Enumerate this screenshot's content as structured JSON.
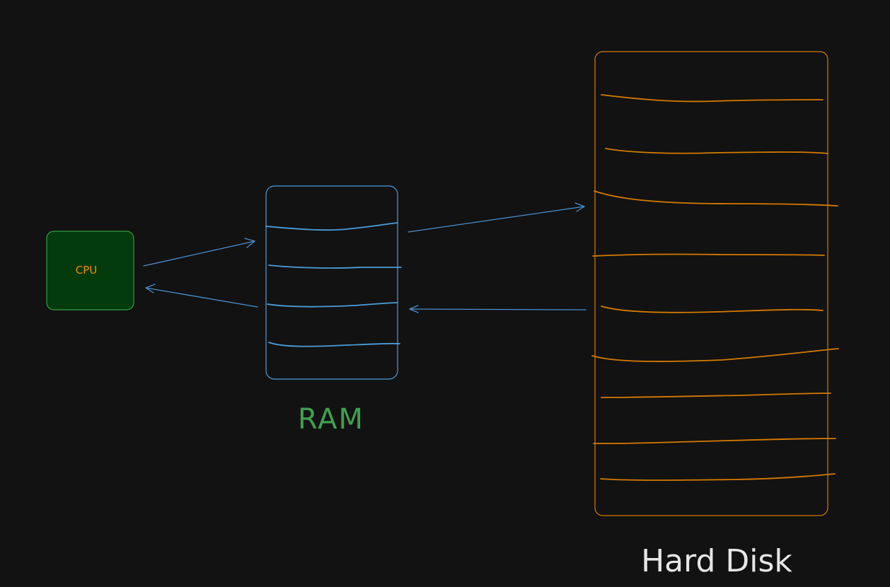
{
  "diagram": {
    "background": "#121212",
    "cpu": {
      "label": "CPU",
      "fill": "#043b0c",
      "stroke": "#2f9e44",
      "text_color": "#f08c00"
    },
    "ram": {
      "label": "RAM",
      "stroke": "#4a9eda",
      "label_color": "#40a04f",
      "slot_count": 4
    },
    "hard_disk": {
      "label": "Hard Disk",
      "stroke": "#d67a00",
      "label_color": "#e6e6e6",
      "slot_count": 9
    },
    "connections": [
      {
        "from": "cpu",
        "to": "ram"
      },
      {
        "from": "ram",
        "to": "cpu"
      },
      {
        "from": "ram",
        "to": "hard_disk"
      },
      {
        "from": "hard_disk",
        "to": "ram"
      }
    ],
    "connection_color": "#4a90d0"
  }
}
